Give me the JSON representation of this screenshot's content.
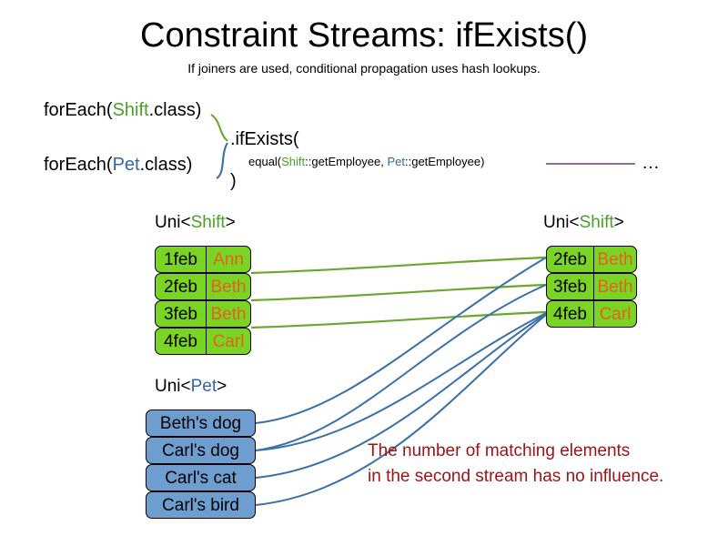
{
  "slide": {
    "title": "Constraint Streams: ifExists()",
    "subtitle": "If joiners are used, conditional propagation uses hash lookups."
  },
  "code": {
    "foreach_shift_prefix": "forEach(",
    "foreach_shift_type": "Shift",
    "foreach_shift_suffix": ".class)",
    "foreach_pet_prefix": "forEach(",
    "foreach_pet_type": "Pet",
    "foreach_pet_suffix": ".class)",
    "if_exists": ".ifExists(",
    "close_paren": ")",
    "equal_prefix": "equal(",
    "equal_shift_type": "Shift",
    "equal_shift_method": "::getEmployee, ",
    "equal_pet_type": "Pet",
    "equal_pet_method": "::getEmployee)",
    "ellipsis": "…"
  },
  "streams": {
    "left_shift": {
      "label_prefix": "Uni<",
      "label_type": "Shift",
      "label_suffix": ">",
      "items": [
        {
          "date": "1feb",
          "name": "Ann"
        },
        {
          "date": "2feb",
          "name": "Beth"
        },
        {
          "date": "3feb",
          "name": "Beth"
        },
        {
          "date": "4feb",
          "name": "Carl"
        }
      ]
    },
    "right_shift": {
      "label_prefix": "Uni<",
      "label_type": "Shift",
      "label_suffix": ">",
      "items": [
        {
          "date": "2feb",
          "name": "Beth"
        },
        {
          "date": "3feb",
          "name": "Beth"
        },
        {
          "date": "4feb",
          "name": "Carl"
        }
      ]
    },
    "pet": {
      "label_prefix": "Uni<",
      "label_type": "Pet",
      "label_suffix": ">",
      "items": [
        {
          "text": "Beth's dog"
        },
        {
          "text": "Carl's dog"
        },
        {
          "text": "Carl's cat"
        },
        {
          "text": "Carl's bird"
        }
      ]
    }
  },
  "annotation": {
    "line1": "The number of matching elements",
    "line2": "in the second stream has no influence."
  },
  "colors": {
    "shift_fill": "#7ad424",
    "shift_type_text": "#4ba124",
    "shift_name_text": "#e8601c",
    "pet_fill": "#6d9ecf",
    "pet_type_text": "#3465a4",
    "green_wire": "#6aa72c",
    "blue_wire": "#3a6fa8",
    "purple_line": "#8c6f9c",
    "annotation_text": "#a01317",
    "border": "#000000",
    "background": "#ffffff"
  }
}
